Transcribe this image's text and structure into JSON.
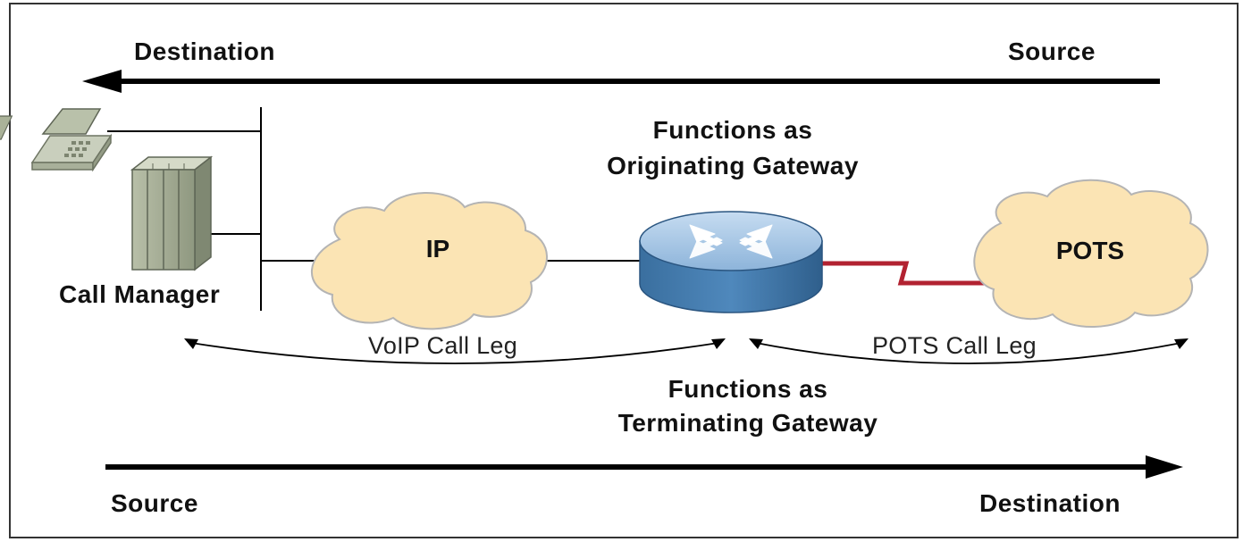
{
  "top_flow": {
    "left_label": "Destination",
    "right_label": "Source"
  },
  "bottom_flow": {
    "left_label": "Source",
    "right_label": "Destination"
  },
  "call_manager": {
    "label": "Call Manager"
  },
  "clouds": {
    "ip_label": "IP",
    "pots_label": "POTS"
  },
  "gateway": {
    "originating_line1": "Functions as",
    "originating_line2": "Originating Gateway",
    "terminating_line1": "Functions as",
    "terminating_line2": "Terminating Gateway"
  },
  "call_legs": {
    "voip_label": "VoIP Call Leg",
    "pots_label": "POTS Call Leg"
  },
  "colors": {
    "cloud_fill": "#fbe4b4",
    "cloud_stroke": "#b0b0b0",
    "router_top": "#a9c9e8",
    "router_side": "#3f78aa",
    "serial_link": "#b22231",
    "arrow": "#000000"
  },
  "icons": {
    "phone": "telephone-icon",
    "server": "call-manager-server-icon",
    "router": "router-icon"
  }
}
